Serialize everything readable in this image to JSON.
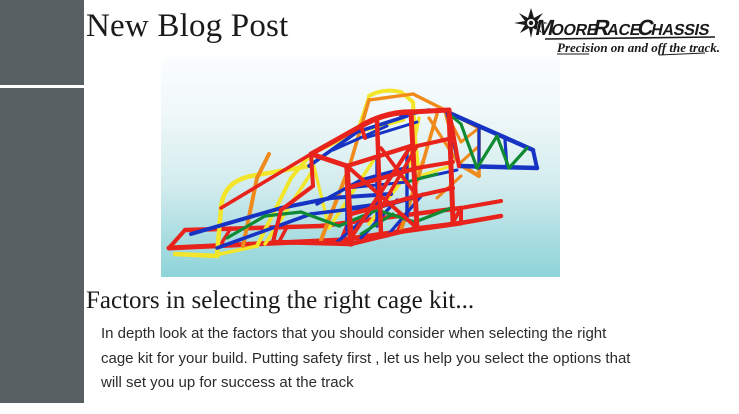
{
  "slide": {
    "title": "New Blog Post",
    "subtitle": "Factors in selecting the right cage kit...",
    "body": "In depth look at the  factors that you should consider when selecting the right cage kit for your build. Putting safety first , let us help you select the options that will set you up for success at the track",
    "background_color": "#ffffff"
  },
  "sidebar": {
    "accent_color": "#586064",
    "bars": [
      {
        "name": "top-accent-bar"
      },
      {
        "name": "main-accent-bar"
      }
    ]
  },
  "logo": {
    "brand_part_1": "Moore",
    "brand_part_2": "Race",
    "brand_part_3": "Chassis",
    "full_name": "MooreRaceChassis",
    "tagline": "Precision on and off the track.",
    "icon": "starburst-icon",
    "color": "#1a1a1a"
  },
  "picture": {
    "name": "roll-cage-3d-render",
    "alt": "3D CAD render of a multicolored tubular race car roll cage chassis",
    "background_top_color": "#fafdfd",
    "background_bottom_color": "#8ed4d8",
    "tube_colors": {
      "red": "#e8231c",
      "blue": "#1633c4",
      "yellow": "#f2e52a",
      "orange": "#ef8a1b",
      "green": "#0f8a32"
    }
  }
}
